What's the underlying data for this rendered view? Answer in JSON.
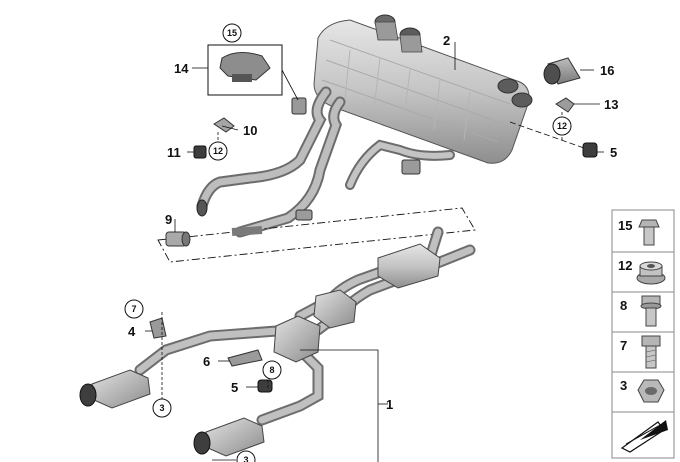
{
  "diagram": {
    "callouts": {
      "c1": "1",
      "c2": "2",
      "c3a": "3",
      "c3b": "3",
      "c4": "4",
      "c5a": "5",
      "c5b": "5",
      "c6": "6",
      "c7": "7",
      "c8": "8",
      "c9": "9",
      "c10": "10",
      "c11": "11",
      "c12a": "12",
      "c12b": "12",
      "c13": "13",
      "c14": "14",
      "c15": "15",
      "c16": "16"
    },
    "hardware_panel": {
      "items": [
        {
          "label": "15",
          "icon": "hex-bolt-flange-icon"
        },
        {
          "label": "12",
          "icon": "flange-nut-icon"
        },
        {
          "label": "8",
          "icon": "hex-bolt-icon"
        },
        {
          "label": "7",
          "icon": "hex-bolt-icon"
        },
        {
          "label": "3",
          "icon": "hex-nut-icon"
        }
      ],
      "footer_icon": "direction-arrow-icon"
    },
    "colors": {
      "part_fill": "#c9c9c9",
      "part_shade": "#9a9a9a",
      "part_dark": "#3c3c3c",
      "line": "#111111",
      "panel_border": "#888888"
    }
  }
}
